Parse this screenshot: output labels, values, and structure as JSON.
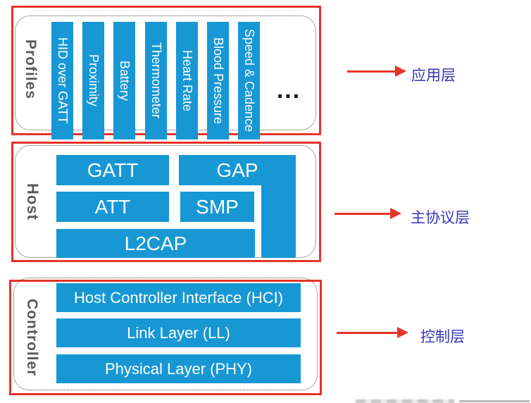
{
  "colors": {
    "block_blue": "#1797d4",
    "border_red": "#e63428",
    "side_label_gray": "#595959",
    "annotation_blue": "#3434bb",
    "block_text_white": "#ffffff"
  },
  "profiles": {
    "label": "Profiles",
    "bars": [
      "HID over GATT",
      "Proximity",
      "Battery",
      "Thermometer",
      "Heart Rate",
      "Blood Pressure",
      "Speed & Cadence"
    ],
    "ellipsis": "..."
  },
  "host": {
    "label": "Host",
    "blocks": {
      "gatt": "GATT",
      "gap": "GAP",
      "att": "ATT",
      "smp": "SMP",
      "l2cap": "L2CAP"
    }
  },
  "controller": {
    "label": "Controller",
    "bars": [
      "Host Controller Interface (HCI)",
      "Link Layer (LL)",
      "Physical Layer (PHY)"
    ]
  },
  "annotations": {
    "profiles_layer": "应用层",
    "host_layer": "主协议层",
    "controller_layer": "控制层"
  }
}
